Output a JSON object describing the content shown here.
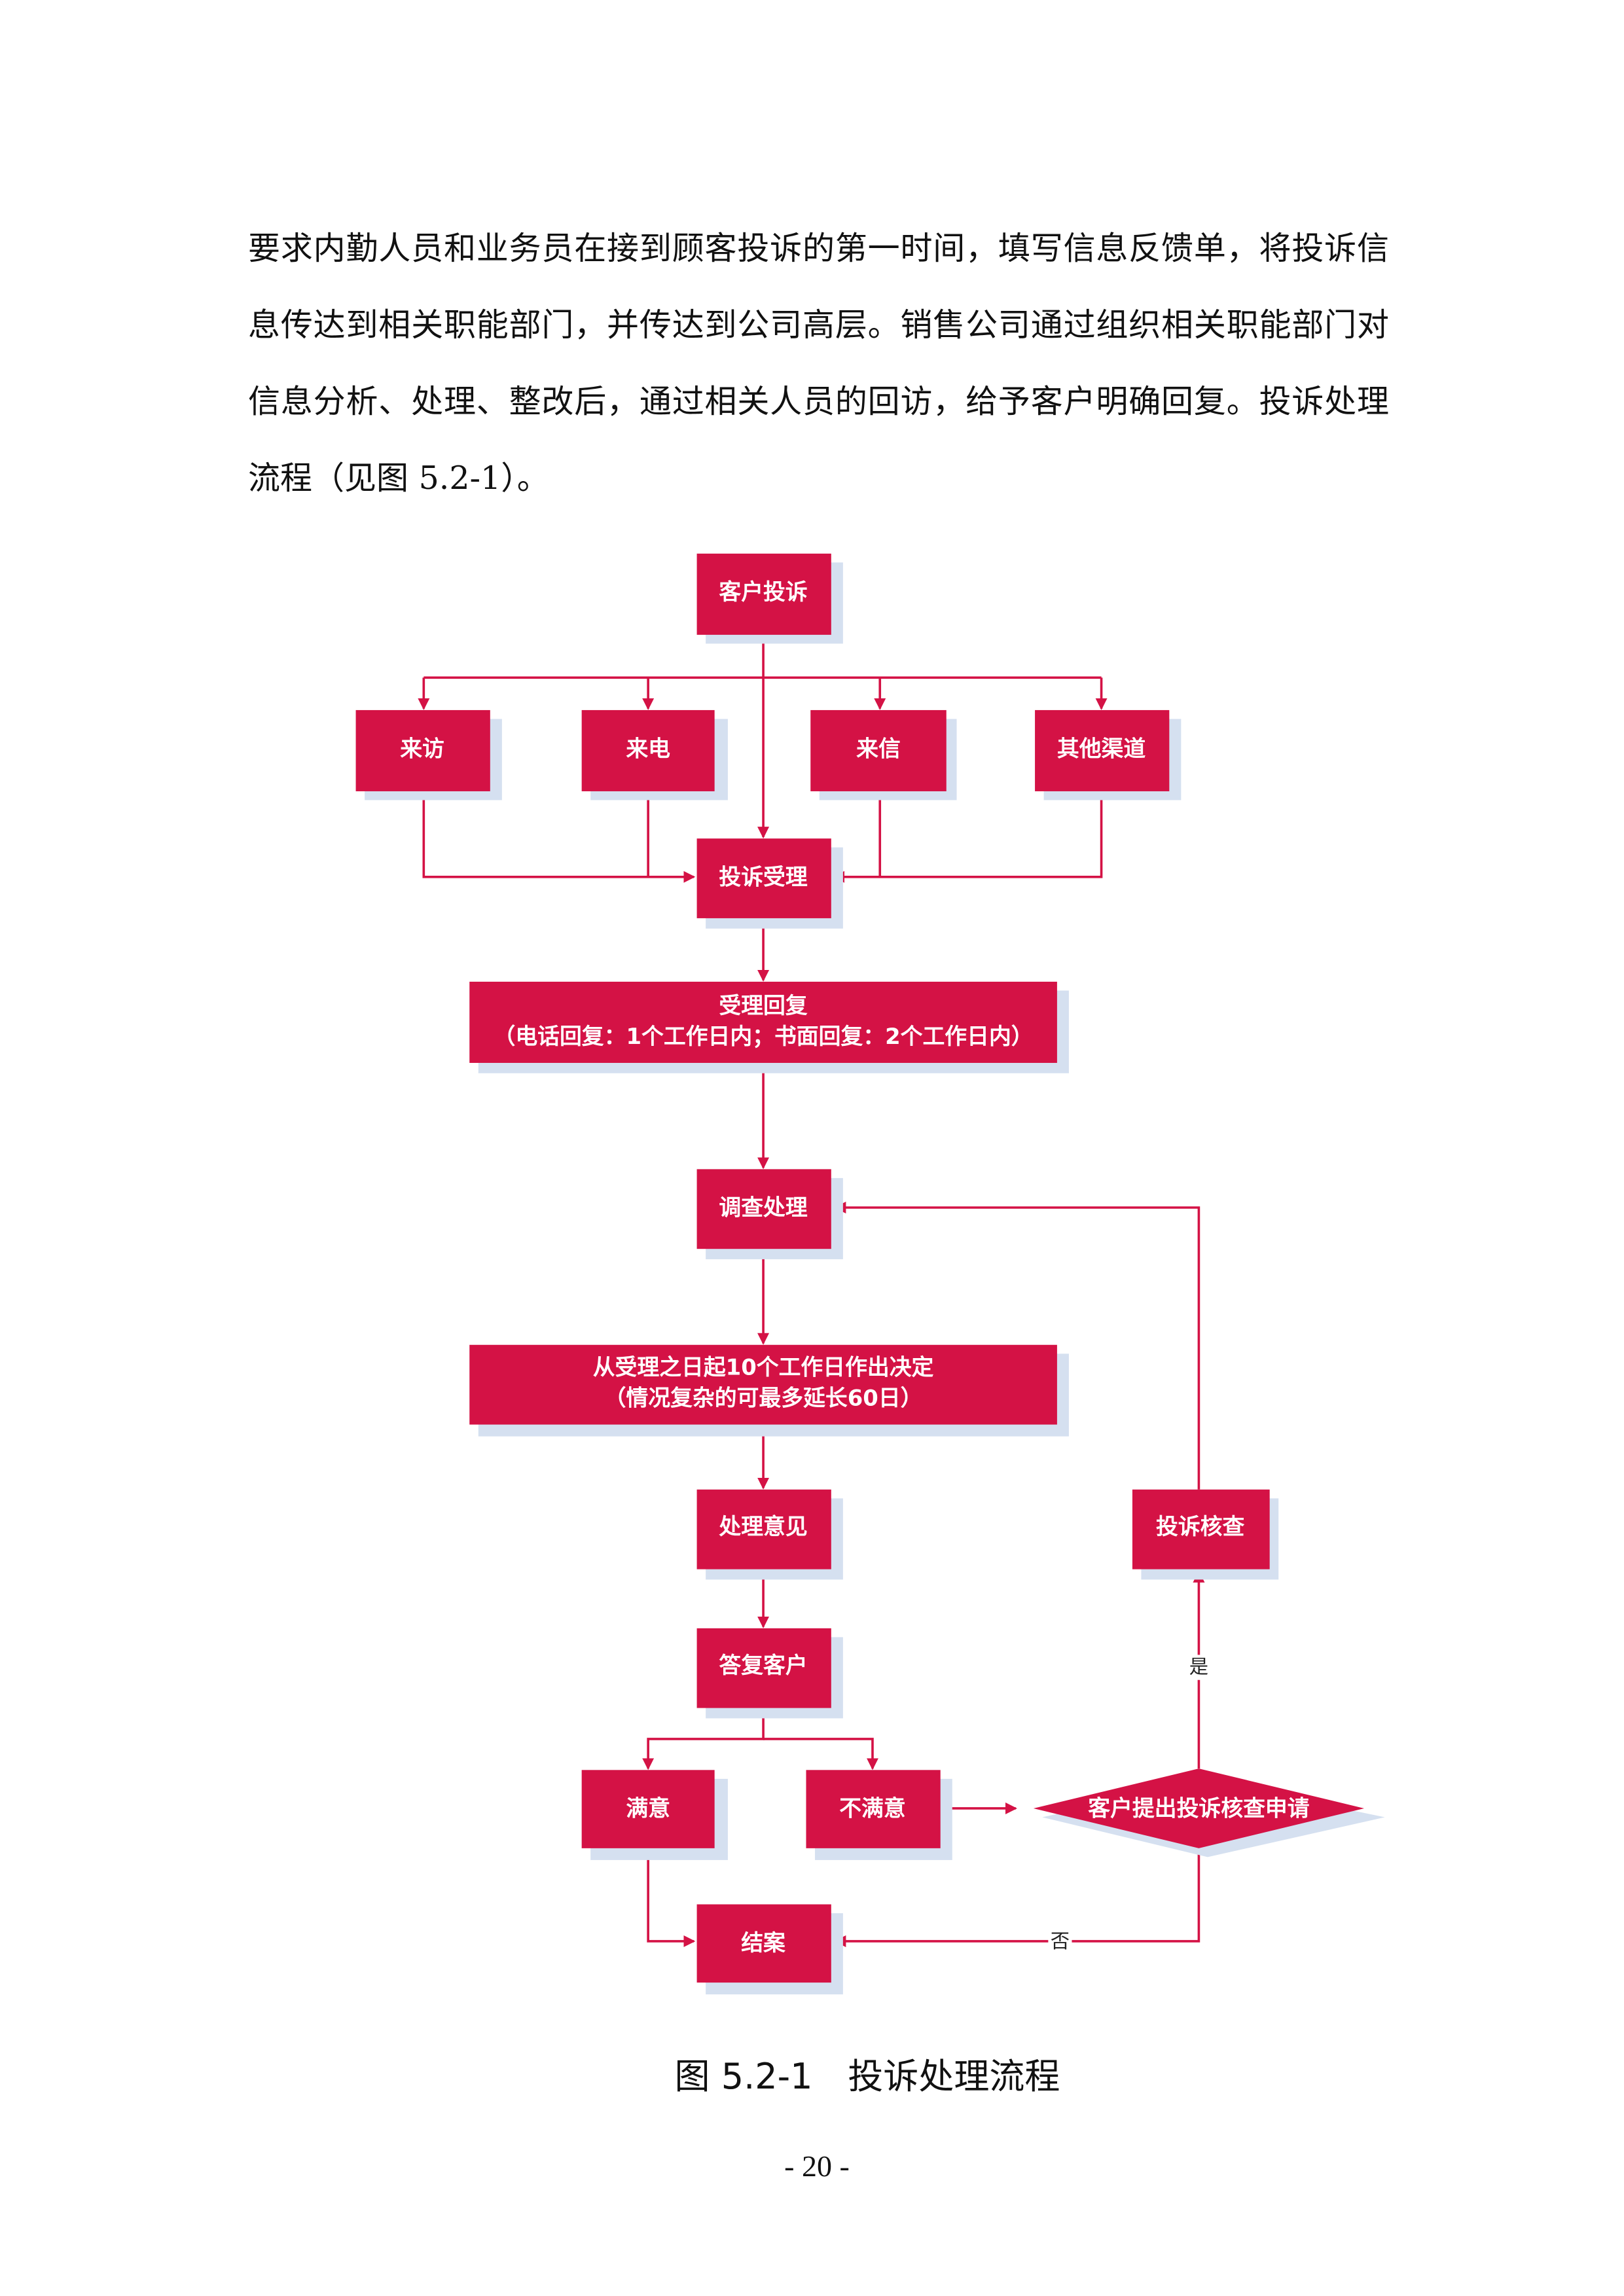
{
  "paragraph": {
    "lines": [
      "要求内勤人员和业务员在接到顾客投诉的第一时间，填写信息反馈单，将投诉信",
      "息传达到相关职能部门，并传达到公司高层。销售公司通过组织相关职能部门对",
      "信息分析、处理、整改后，通过相关人员的回访，给予客户明确回复。投诉处理",
      "流程（见图 5.2-1）。"
    ]
  },
  "flowchart": {
    "colors": {
      "box": "#d41245",
      "line": "#d41245",
      "shadow": "#d5e0f0"
    },
    "nodes": {
      "complaint": "客户投诉",
      "visit": "来访",
      "call": "来电",
      "letter": "来信",
      "other": "其他渠道",
      "accept": "投诉受理",
      "reply_title": "受理回复",
      "reply_detail": "（电话回复：1个工作日内；书面回复：2个工作日内）",
      "investigate": "调查处理",
      "decision_line1": "从受理之日起10个工作日作出决定",
      "decision_line2": "（情况复杂的可最多延长60日）",
      "opinion": "处理意见",
      "answer": "答复客户",
      "satisfied": "满意",
      "unsatisfied": "不满意",
      "review_request": "客户提出投诉核查申请",
      "review": "投诉核查",
      "close": "结案"
    },
    "labels": {
      "yes": "是",
      "no": "否"
    }
  },
  "caption": "图 5.2-1　投诉处理流程",
  "page_number": "- 20 -"
}
